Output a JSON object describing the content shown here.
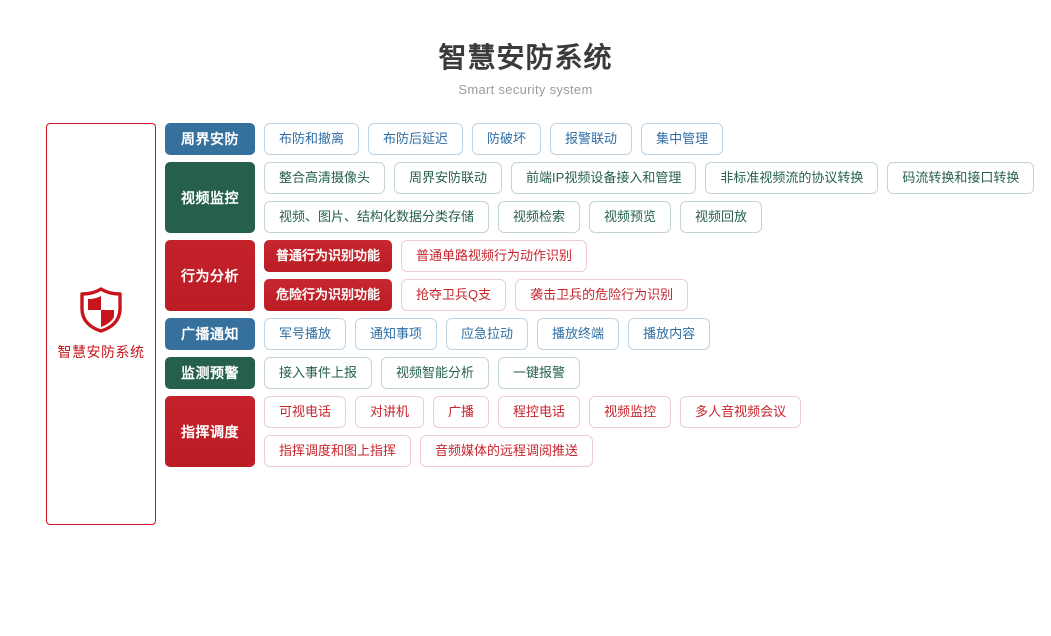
{
  "header": {
    "title": "智慧安防系统",
    "subtitle": "Smart security system"
  },
  "root": {
    "icon": "shield-icon",
    "label": "智慧安防系统",
    "color": "#c8141c"
  },
  "colors": {
    "blue": "#36709c",
    "green": "#26604d",
    "red": "#bb1d24",
    "title_text": "#3b3b3b",
    "subtitle_text": "#9b9b9b"
  },
  "rows": [
    {
      "category": "周界安防",
      "theme": "blue",
      "lines": [
        [
          "布防和撤离",
          "布防后延迟",
          "防破坏",
          "报警联动",
          "集中管理"
        ]
      ]
    },
    {
      "category": "视频监控",
      "theme": "green",
      "lines": [
        [
          "整合高清摄像头",
          "周界安防联动",
          "前端IP视频设备接入和管理",
          "非标准视频流的协议转换",
          "码流转换和接口转换"
        ],
        [
          "视频、图片、结构化数据分类存储",
          "视频检索",
          "视频预览",
          "视频回放"
        ]
      ]
    },
    {
      "category": "行为分析",
      "theme": "red",
      "subrows": [
        {
          "sublabel": "普通行为识别功能",
          "items": [
            "普通单路视频行为动作识别"
          ]
        },
        {
          "sublabel": "危险行为识别功能",
          "items": [
            "抢夺卫兵Q支",
            "袭击卫兵的危险行为识别"
          ]
        }
      ]
    },
    {
      "category": "广播通知",
      "theme": "blue",
      "lines": [
        [
          "军号播放",
          "通知事项",
          "应急拉动",
          "播放终端",
          "播放内容"
        ]
      ]
    },
    {
      "category": "监测预警",
      "theme": "green",
      "lines": [
        [
          "接入事件上报",
          "视频智能分析",
          "一键报警"
        ]
      ]
    },
    {
      "category": "指挥调度",
      "theme": "red",
      "lines": [
        [
          "可视电话",
          "对讲机",
          "广播",
          "程控电话",
          "视频监控",
          "多人音视频会议"
        ],
        [
          "指挥调度和图上指挥",
          "音频媒体的远程调阅推送"
        ]
      ]
    }
  ]
}
